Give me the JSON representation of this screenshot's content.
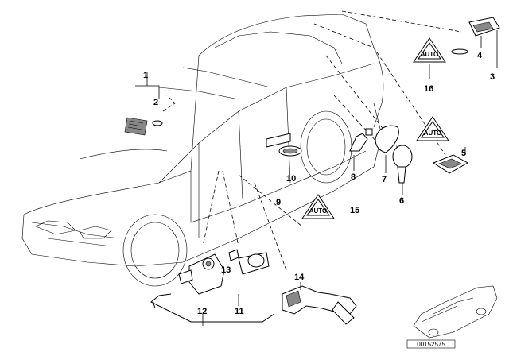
{
  "labels": {
    "p1": "1",
    "p2": "2",
    "p3": "3",
    "p4": "4",
    "p5": "5",
    "p6": "6",
    "p7": "7",
    "p8": "8",
    "p9": "9",
    "p10": "10",
    "p11": "11",
    "p12": "12",
    "p13": "13",
    "p14": "14",
    "p15": "15",
    "p16": "16"
  },
  "warning_triangle_text": "AUTO",
  "doc_id": "00152575"
}
